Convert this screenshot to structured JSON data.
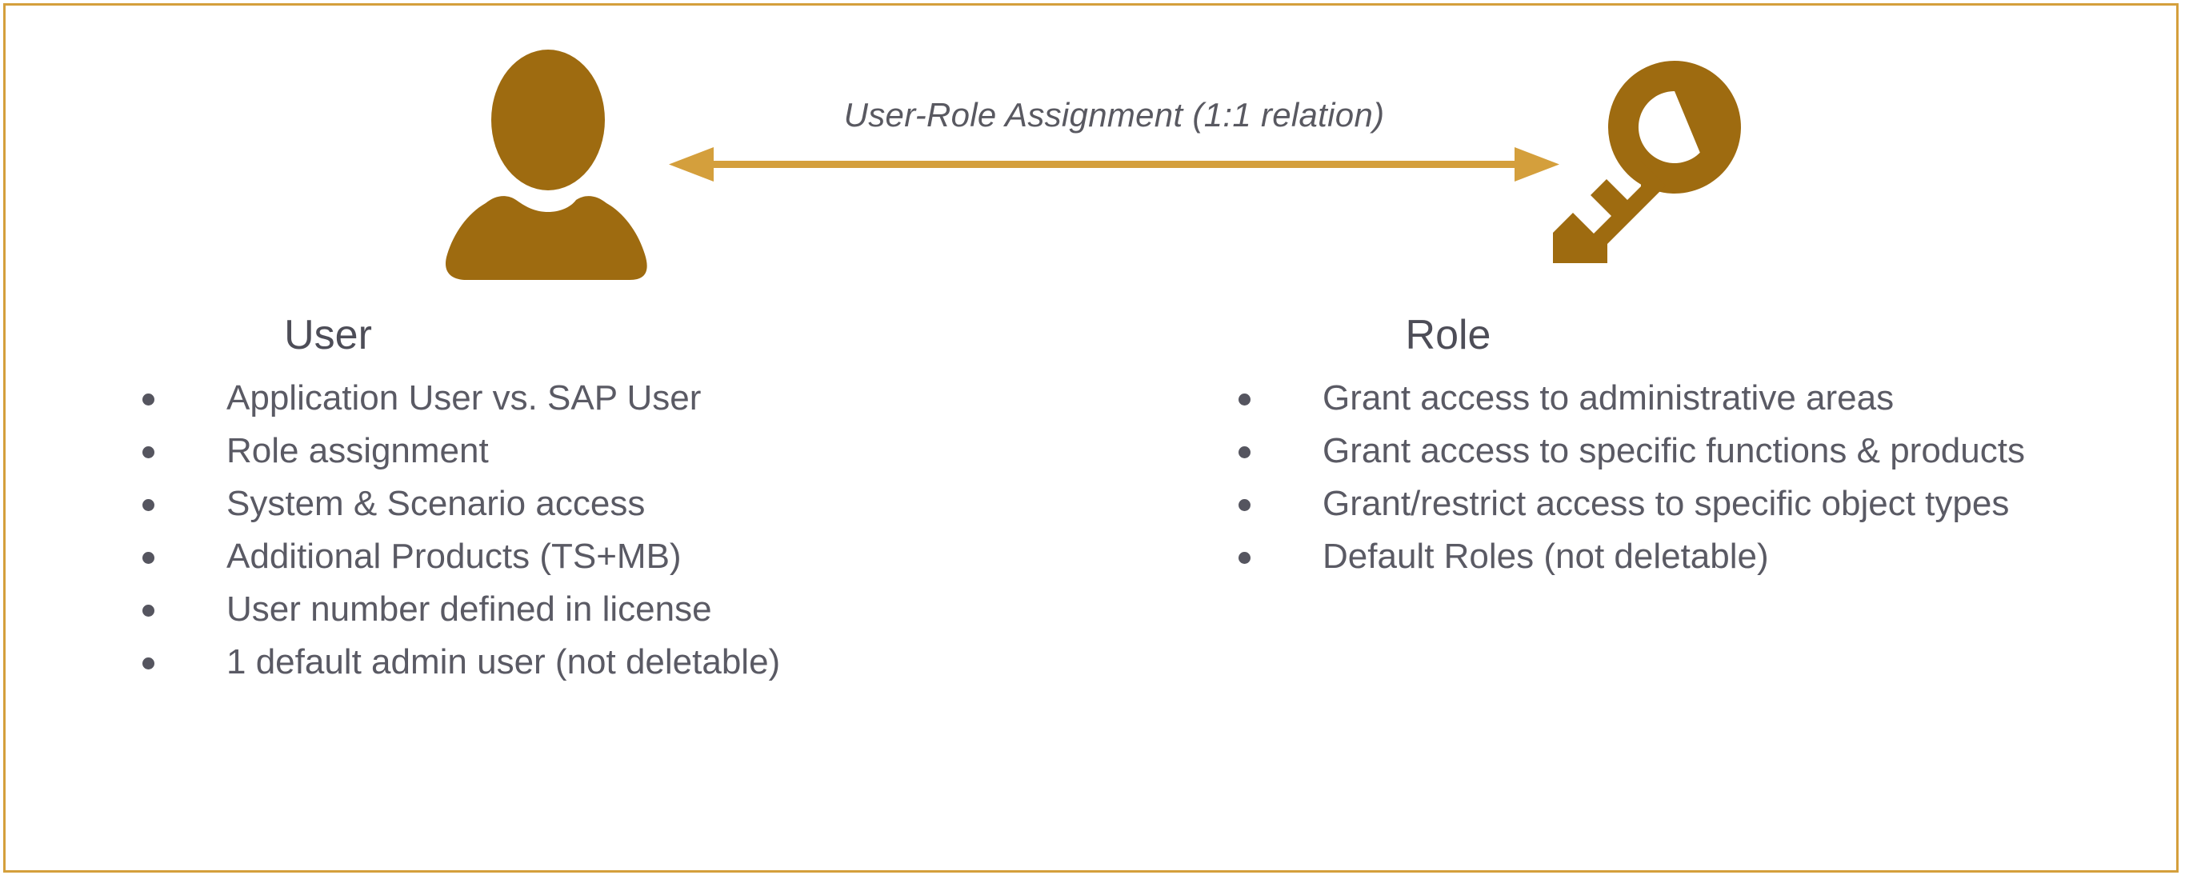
{
  "slide": {
    "title": "User and Role concept diagram",
    "background_color": "#FFFFFF",
    "frame_color": "#D49F3C"
  },
  "colors": {
    "icon_brown": "#9E6B10",
    "arrow_gold": "#D49F3C",
    "heading_gray": "#4D4D57",
    "body_gray": "#5A5A64",
    "bullet_gray": "#55555F"
  },
  "connector": {
    "label": "User-Role Assignment (1:1 relation)",
    "style": "double-headed-arrow",
    "color": "#D49F3C",
    "left_icon": "user-icon",
    "right_icon": "key-icon"
  },
  "columns": [
    {
      "id": "user",
      "icon": "user-icon",
      "heading": "User",
      "bullets": [
        "Application User vs. SAP User",
        "Role assignment",
        "System & Scenario access",
        "Additional Products (TS+MB)",
        "User number defined in license",
        "1 default admin user (not deletable)"
      ]
    },
    {
      "id": "role",
      "icon": "key-icon",
      "heading": "Role",
      "bullets": [
        "Grant access to administrative areas",
        "Grant access to specific functions & products",
        "Grant/restrict access to specific object types",
        "Default Roles (not deletable)"
      ]
    }
  ]
}
